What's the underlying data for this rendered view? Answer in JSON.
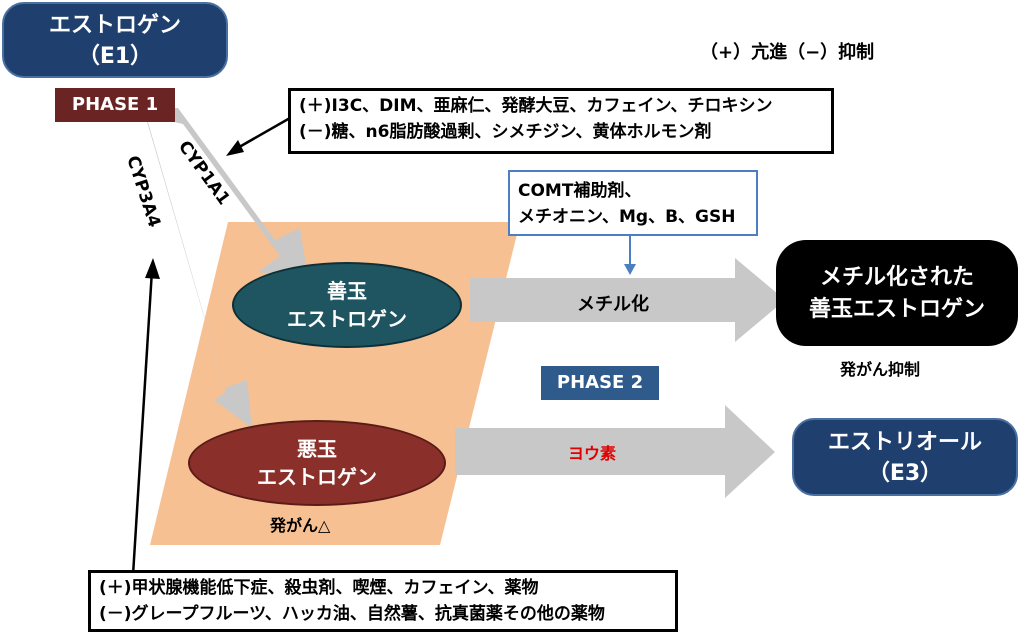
{
  "legend": "（+）亢進（−）抑制",
  "estrogen_e1": {
    "line1": "エストロゲン",
    "line2": "（E1）"
  },
  "phase1": "PHASE 1",
  "phase2": "PHASE 2",
  "cyp1a1": "CYP1A1",
  "cyp3a4": "CYP3A4",
  "box_top": {
    "line1": "(＋)I3C、DIM、亜麻仁、発酵大豆、カフェイン、チロキシン",
    "line2": "(－)糖、n6脂肪酸過剰、シメチジン、黄体ホルモン剤"
  },
  "box_comt": {
    "line1": "COMT補助剤、",
    "line2": "メチオニン、Mg、B、GSH"
  },
  "good_estrogen": {
    "line1": "善玉",
    "line2": "エストロゲン"
  },
  "bad_estrogen": {
    "line1": "悪玉",
    "line2": "エストロゲン"
  },
  "methylation": "メチル化",
  "iodine": "ヨウ素",
  "methylated": {
    "line1": "メチル化された",
    "line2": "善玉エストロゲン"
  },
  "cancer_suppression": "発がん抑制",
  "cancer_triangle": "発がん△",
  "estriol": {
    "line1": "エストリオール",
    "line2": "（E3）"
  },
  "box_bottom": {
    "line1": "(＋)甲状腺機能低下症、殺虫剤、喫煙、カフェイン、薬物",
    "line2": "(－)グレープフルーツ、ハッカ油、自然薯、抗真菌薬その他の薬物"
  },
  "colors": {
    "navy": "#1f3f6e",
    "teal": "#1f5560",
    "maroon": "#8b2f2a",
    "phase1_bg": "#6b2424",
    "phase2_bg": "#2f5a8c",
    "peach": "#f6c093",
    "arrow_gray": "#c8c8c8",
    "iodine_red": "#e00000",
    "comt_border": "#4a7fc1"
  }
}
